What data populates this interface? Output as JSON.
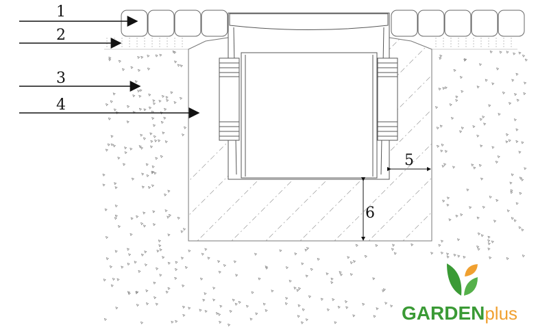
{
  "labels": {
    "l1": "1",
    "l2": "2",
    "l3": "3",
    "l4": "4",
    "l5": "5",
    "l6": "6"
  },
  "logo": {
    "main": "GARDEN",
    "sub": "plus"
  },
  "colors": {
    "line": "#444444",
    "green": "#3a9a35",
    "light_green": "#55b04a",
    "orange": "#f0a030"
  }
}
